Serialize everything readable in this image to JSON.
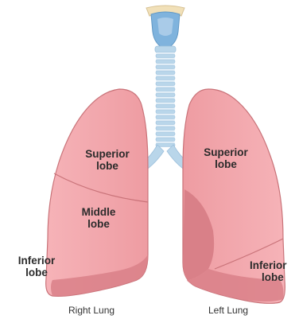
{
  "colors": {
    "lung_fill": "#f2a6ab",
    "lung_dark": "#d98088",
    "lung_outline": "#c97379",
    "trachea_ring": "#b9d6ea",
    "trachea_gap": "#ffffff",
    "larynx": "#7fb3dd",
    "epiglottis": "#f1e0b8"
  },
  "right_lung": {
    "caption": "Right Lung",
    "superior": {
      "line1": "Superior",
      "line2": "lobe"
    },
    "middle": {
      "line1": "Middle",
      "line2": "lobe"
    },
    "inferior": {
      "line1": "Inferior",
      "line2": "lobe"
    }
  },
  "left_lung": {
    "caption": "Left Lung",
    "superior": {
      "line1": "Superior",
      "line2": "lobe"
    },
    "inferior": {
      "line1": "Inferior",
      "line2": "lobe"
    }
  }
}
